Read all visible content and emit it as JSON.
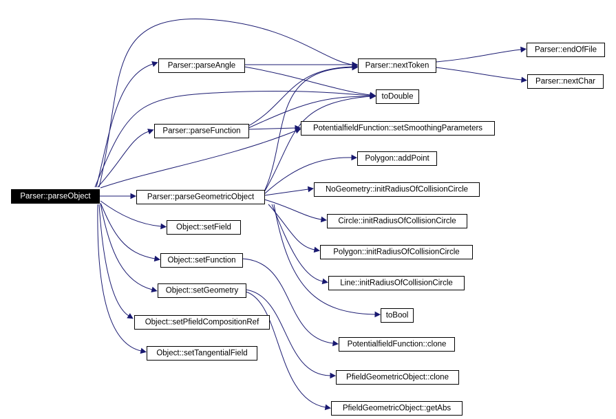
{
  "graph": {
    "root": "Parser::parseObject",
    "nodes": {
      "parseObject": "Parser::parseObject",
      "parseAngle": "Parser::parseAngle",
      "parseFunction": "Parser::parseFunction",
      "parseGeometricObject": "Parser::parseGeometricObject",
      "setField": "Object::setField",
      "setFunction": "Object::setFunction",
      "setGeometry": "Object::setGeometry",
      "setPfieldCompositionRef": "Object::setPfieldCompositionRef",
      "setTangentialField": "Object::setTangentialField",
      "nextToken": "Parser::nextToken",
      "endOfFile": "Parser::endOfFile",
      "nextChar": "Parser::nextChar",
      "toDouble": "toDouble",
      "setSmoothingParameters": "PotentialfieldFunction::setSmoothingParameters",
      "addPoint": "Polygon::addPoint",
      "noGeomInit": "NoGeometry::initRadiusOfCollisionCircle",
      "circleInit": "Circle::initRadiusOfCollisionCircle",
      "polygonInit": "Polygon::initRadiusOfCollisionCircle",
      "lineInit": "Line::initRadiusOfCollisionCircle",
      "toBool": "toBool",
      "pffClone": "PotentialfieldFunction::clone",
      "pgoClone": "PfieldGeometricObject::clone",
      "pgoGetAbs": "PfieldGeometricObject::getAbs"
    },
    "edges": [
      [
        "parseObject",
        "nextToken"
      ],
      [
        "parseObject",
        "parseAngle"
      ],
      [
        "parseObject",
        "toDouble"
      ],
      [
        "parseObject",
        "parseFunction"
      ],
      [
        "parseObject",
        "setSmoothingParameters"
      ],
      [
        "parseObject",
        "parseGeometricObject"
      ],
      [
        "parseObject",
        "setField"
      ],
      [
        "parseObject",
        "setFunction"
      ],
      [
        "parseObject",
        "setGeometry"
      ],
      [
        "parseObject",
        "setPfieldCompositionRef"
      ],
      [
        "parseObject",
        "setTangentialField"
      ],
      [
        "parseAngle",
        "nextToken"
      ],
      [
        "parseAngle",
        "toDouble"
      ],
      [
        "parseFunction",
        "nextToken"
      ],
      [
        "parseFunction",
        "toDouble"
      ],
      [
        "parseFunction",
        "setSmoothingParameters"
      ],
      [
        "parseGeometricObject",
        "nextToken"
      ],
      [
        "parseGeometricObject",
        "toDouble"
      ],
      [
        "parseGeometricObject",
        "addPoint"
      ],
      [
        "parseGeometricObject",
        "noGeomInit"
      ],
      [
        "parseGeometricObject",
        "circleInit"
      ],
      [
        "parseGeometricObject",
        "polygonInit"
      ],
      [
        "parseGeometricObject",
        "lineInit"
      ],
      [
        "parseGeometricObject",
        "toBool"
      ],
      [
        "nextToken",
        "endOfFile"
      ],
      [
        "nextToken",
        "nextChar"
      ],
      [
        "setFunction",
        "pffClone"
      ],
      [
        "setGeometry",
        "pgoClone"
      ],
      [
        "setGeometry",
        "pgoGetAbs"
      ]
    ]
  }
}
